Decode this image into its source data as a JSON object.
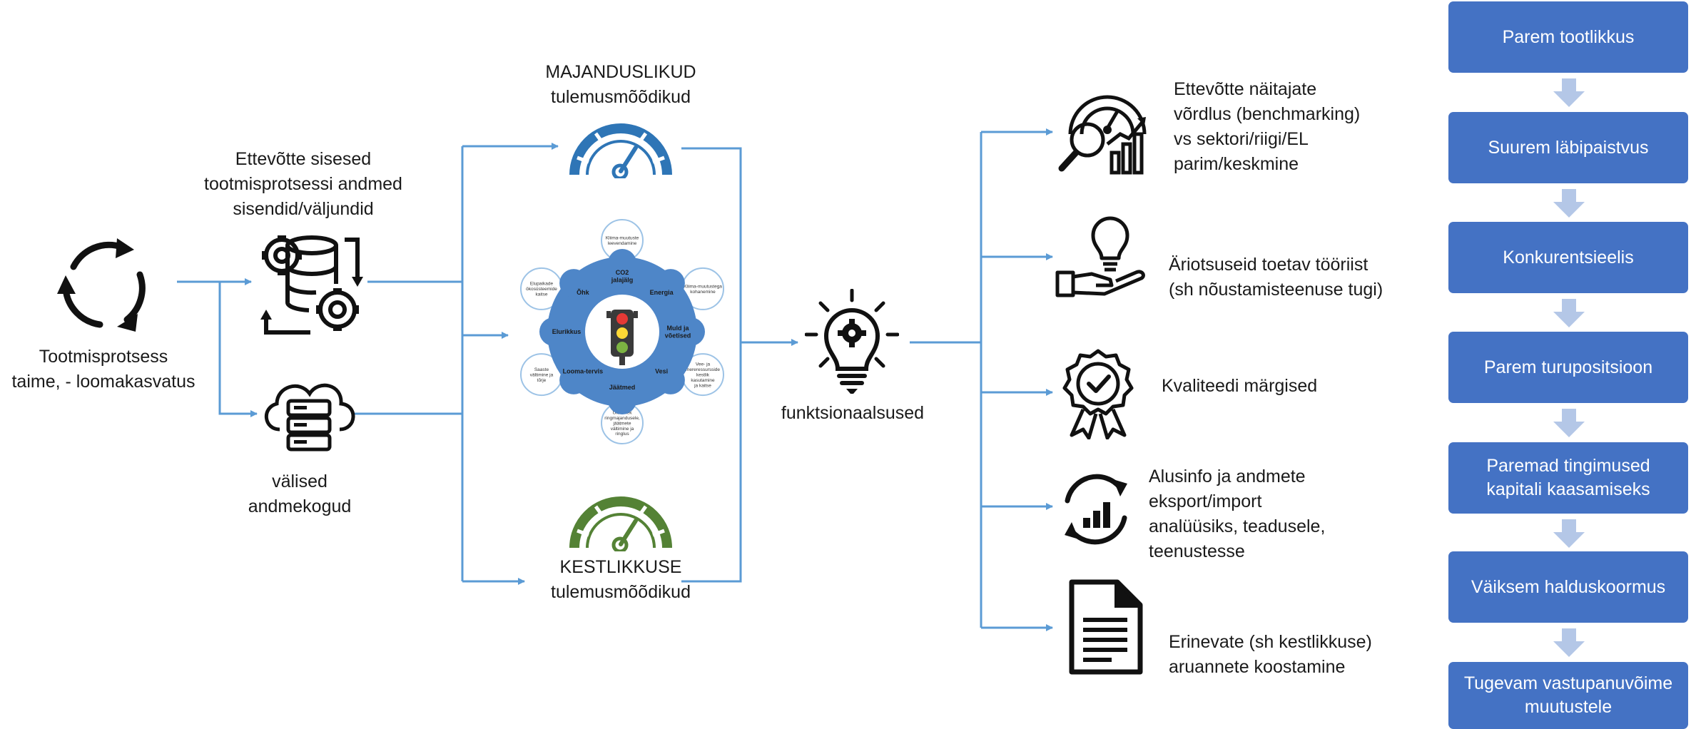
{
  "process": {
    "line1": "Tootmisprotsess",
    "line2": "taime, - loomakasvatus"
  },
  "internal": {
    "line1": "Ettevõtte sisesed",
    "line2": "tootmisprotsessi andmed",
    "line3": "sisendid/väljundid"
  },
  "external": {
    "line1": "välised",
    "line2": "andmekogud"
  },
  "economic": {
    "line1": "MAJANDUSLIKUD",
    "line2": "tulemusmõõdikud",
    "color": "#2e75b6"
  },
  "sustainability": {
    "line1": "KESTLIKKUSE",
    "line2": "tulemusmõõdikud",
    "color": "#548235"
  },
  "wheel": {
    "hub": [
      {
        "label": "CO2 jalajälg"
      },
      {
        "label": "Energia"
      },
      {
        "label": "Muld ja võetised"
      },
      {
        "label": "Vesi"
      },
      {
        "label": "Jäätmed"
      },
      {
        "label": "Looma-tervis"
      },
      {
        "label": "Elurikkus"
      },
      {
        "label": "Õhk"
      }
    ],
    "outer": [
      {
        "label": "Kliima-muutuste leevendamine"
      },
      {
        "label": "Kliima-muutustega kohanemine"
      },
      {
        "label": "Vee- ja mereressursside kestlik kasutamine ja kaitse"
      },
      {
        "label": "Üleminek ringmajandusele, jäätmete vältimine ja ringlus"
      },
      {
        "label": "Saaste vältimine ja tõrje"
      },
      {
        "label": "Elupaikade ökosüsteemide kaitse"
      }
    ]
  },
  "center": {
    "label": "funktsionaalsused"
  },
  "outputs": [
    {
      "lines": [
        "Ettevõtte näitajate",
        "võrdlus (benchmarking)",
        "vs sektori/riigi/EL",
        "parim/keskmine"
      ]
    },
    {
      "lines": [
        "Äriotsuseid toetav tööriist",
        "(sh nõustamisteenuse tugi)"
      ]
    },
    {
      "lines": [
        "Kvaliteedi märgised"
      ]
    },
    {
      "lines": [
        "Alusinfo ja andmete",
        "eksport/import",
        "analüüsiks, teadusele,",
        "teenustesse"
      ]
    },
    {
      "lines": [
        "Erinevate (sh kestlikkuse)",
        "aruannete  koostamine"
      ]
    }
  ],
  "benefits": [
    {
      "lines": [
        "Parem tootlikkus"
      ]
    },
    {
      "lines": [
        "Suurem läbipaistvus"
      ]
    },
    {
      "lines": [
        "Konkurentsieelis"
      ]
    },
    {
      "lines": [
        "Parem turupositsioon"
      ]
    },
    {
      "lines": [
        "Paremad tingimused",
        "kapitali kaasamiseks"
      ]
    },
    {
      "lines": [
        "Väiksem halduskoormus"
      ]
    },
    {
      "lines": [
        "Tugevam vastupanuvõime",
        "muutustele"
      ]
    }
  ],
  "colors": {
    "connector": "#5b9bd5",
    "box": "#4472c4",
    "arrow": "#b4c7e7",
    "wheel": "#4e86c8"
  }
}
